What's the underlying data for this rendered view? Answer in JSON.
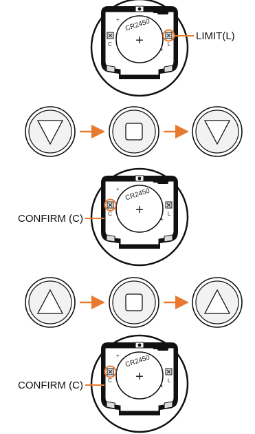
{
  "steps": [
    {
      "battery_label": "CR2450",
      "plus_sign": "+",
      "pad_left": "C",
      "pad_right": "L",
      "callout": "LIMIT(L)",
      "callout_side": "right"
    },
    {
      "buttons": [
        "down-triangle",
        "square",
        "down-triangle"
      ]
    },
    {
      "battery_label": "CR2450",
      "plus_sign": "+",
      "pad_left": "C",
      "pad_right": "L",
      "callout": "CONFIRM (C)",
      "callout_side": "left"
    },
    {
      "buttons": [
        "up-triangle",
        "square",
        "up-triangle"
      ]
    },
    {
      "battery_label": "CR2450",
      "plus_sign": "+",
      "pad_left": "C",
      "pad_right": "L",
      "callout": "CONFIRM (C)",
      "callout_side": "left"
    }
  ],
  "colors": {
    "accent": "#e8792e",
    "outline": "#111111",
    "button_fill": "#f2f2f2"
  }
}
